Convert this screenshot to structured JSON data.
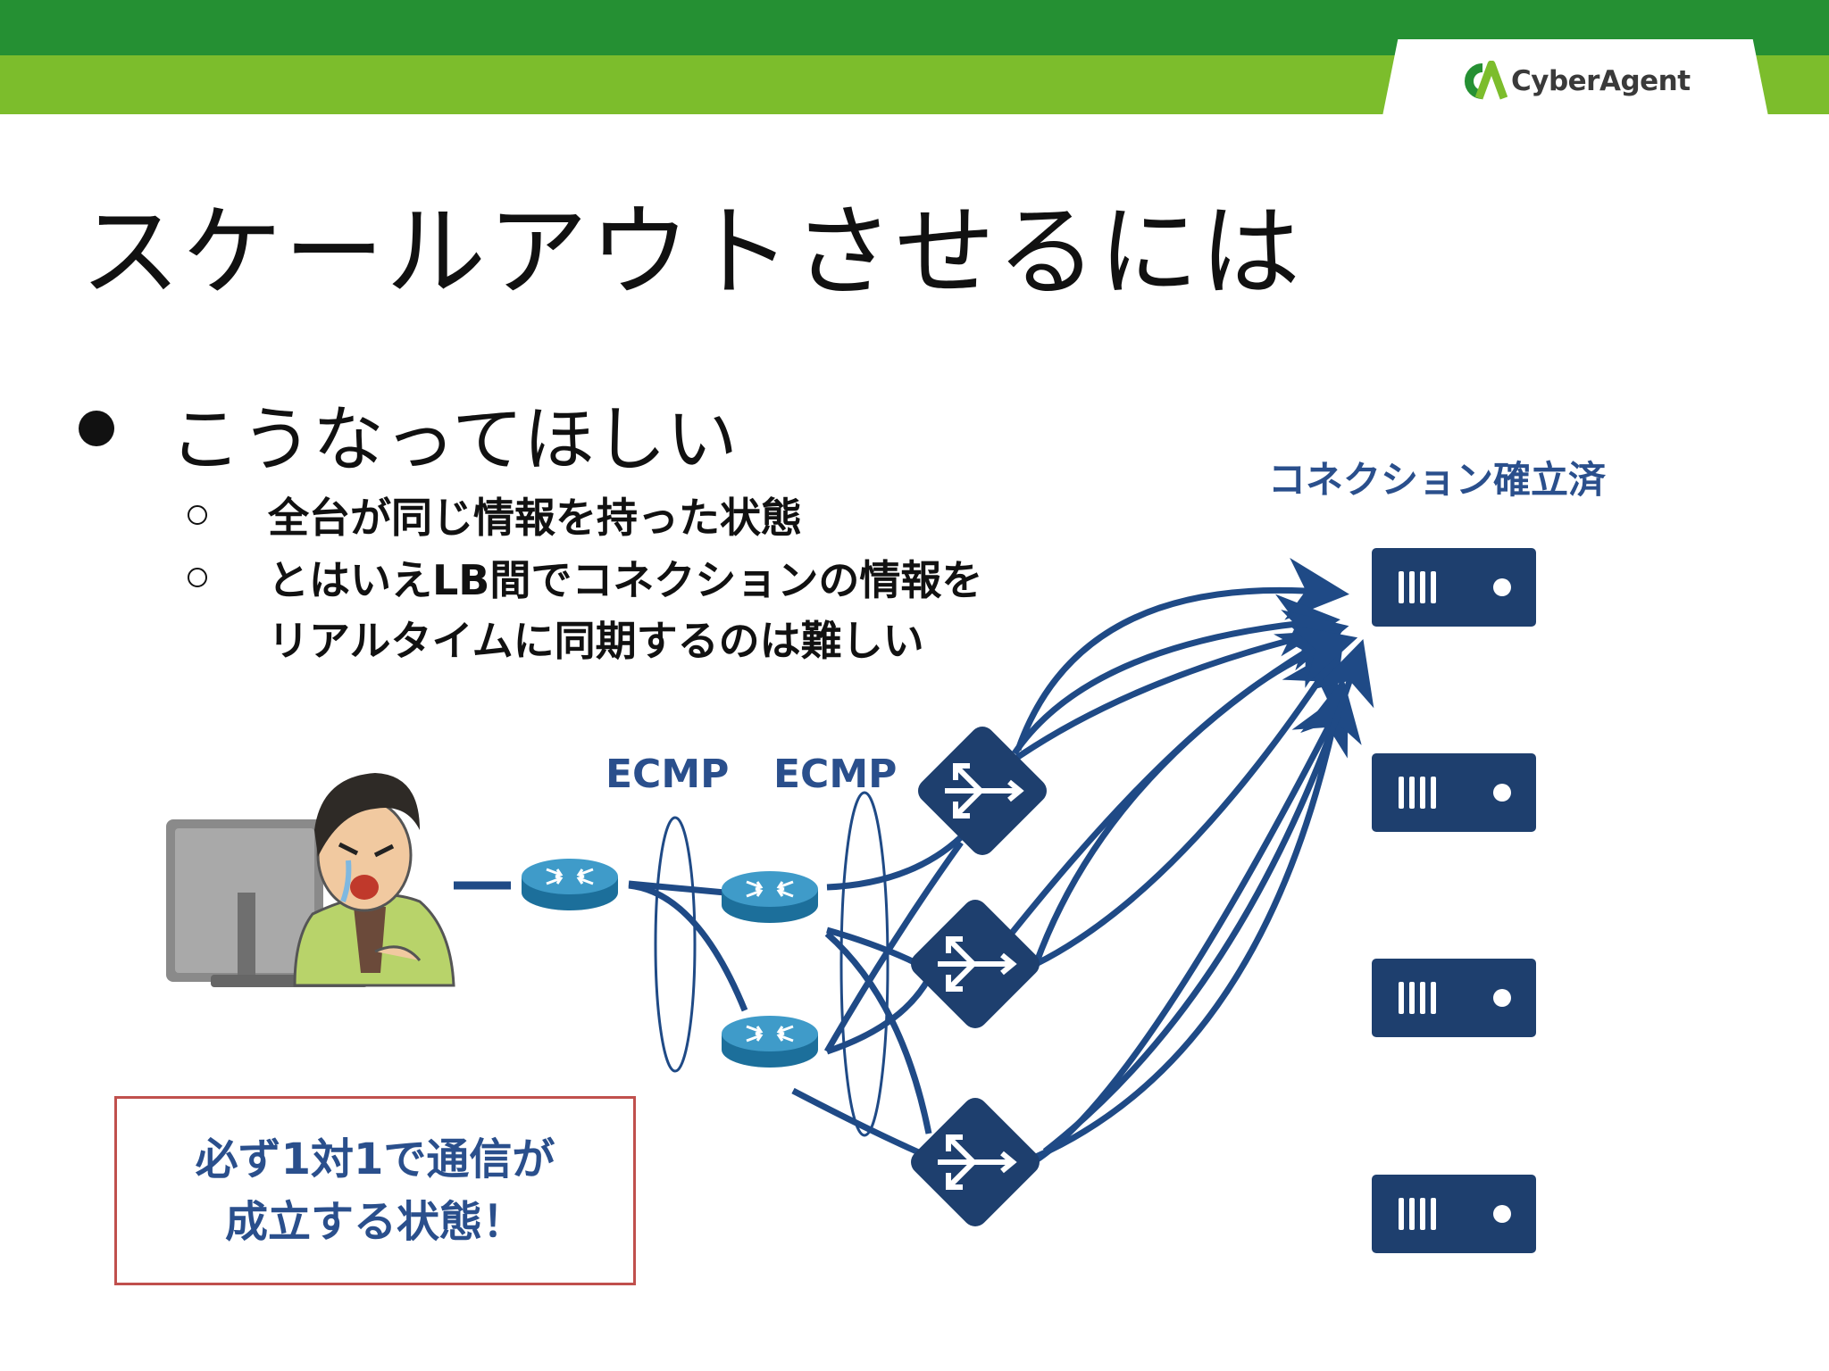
{
  "header": {
    "brand_text": "CyberAgent",
    "colors": {
      "band_dark": "#259033",
      "band_light": "#7cbd2c",
      "accent_blue": "#2a4f8c",
      "note_border": "#c0504d",
      "device_navy": "#1e3f6e"
    }
  },
  "slide": {
    "title": "スケールアウトさせるには",
    "bullet": "こうなってほしい",
    "sub_items": [
      {
        "lines": [
          "全台が同じ情報を持った状態"
        ]
      },
      {
        "lines": [
          "とはいえLB間でコネクションの情報を",
          "リアルタイムに同期するのは難しい"
        ]
      }
    ]
  },
  "diagram": {
    "servers_label": "コネクション確立済",
    "ecmp_labels": [
      "ECMP",
      "ECMP"
    ],
    "note_lines": [
      "必ず1対1で通信が",
      "成立する状態！"
    ],
    "icons": [
      "user-at-computer-illustration",
      "router-icon",
      "load-balancer-icon",
      "server-icon"
    ]
  }
}
